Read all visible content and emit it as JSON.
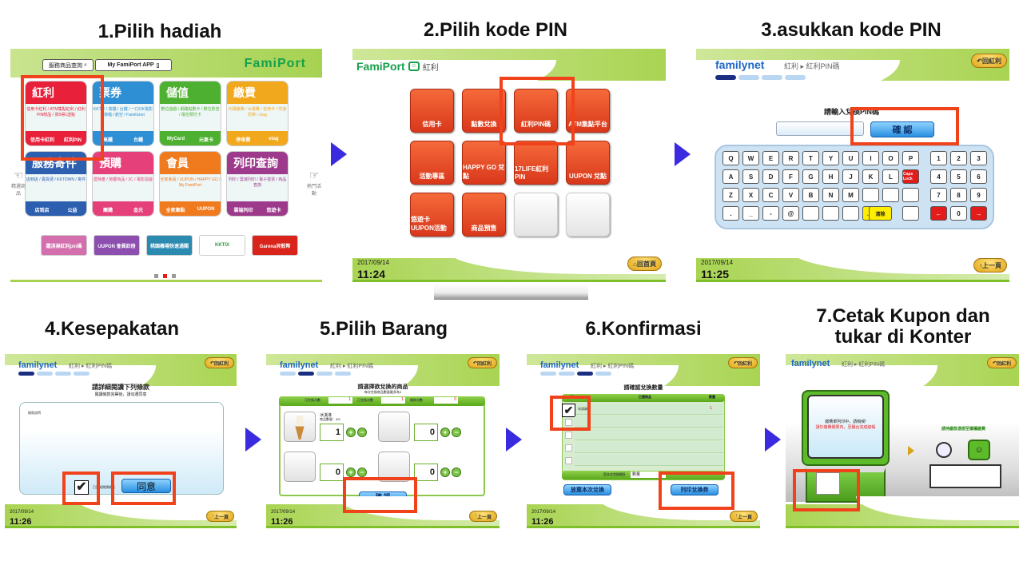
{
  "steps": [
    {
      "title": "1.Pilih hadiah"
    },
    {
      "title": "2.Pilih kode PIN"
    },
    {
      "title": "3.asukkan kode PIN"
    },
    {
      "title": "4.Kesepakatan"
    },
    {
      "title": "5.Pilih Barang"
    },
    {
      "title": "6.Konfirmasi"
    },
    {
      "title": "7.Cetak Kupon dan tukar di Konter"
    }
  ],
  "arrow_color": "#3a2be0",
  "highlight_color": "#f0421b",
  "screen1": {
    "search_btn": "服務商品查詢",
    "app_btn": "My FamiPort APP",
    "logo": "FamiPort",
    "left_nav": "精選商品",
    "right_nav": "熱門活動",
    "tiles": [
      {
        "title": "紅利",
        "body": "信用卡紅利 / ATM集點紅利 / 紅利PIN贈品 / 買5得1送點",
        "foot": [
          "信用卡紅利",
          "紅利PIN"
        ],
        "color": "#e8203a"
      },
      {
        "title": "票券",
        "body": "KKTIX / 高鐵 / 台鐵 / 一口OK電影 / 演唱 / 航空 / Famiticket",
        "foot": [
          "高鐵",
          "台鐵"
        ],
        "color": "#2f8fd4"
      },
      {
        "title": "儲值",
        "body": "數位遊戲 / 網路點數卡 / 數位影音 / 電信預付卡",
        "foot": [
          "MyCard",
          "元氣卡"
        ],
        "color": "#4eb030"
      },
      {
        "title": "繳費",
        "body": "代碼繳費 / 水電費 / 信用卡 / 交通罰單 / etag",
        "foot": [
          "停車費",
          "etag"
        ],
        "color": "#f2a81c"
      },
      {
        "title": "服務寄件",
        "body": "店到店 / 賣貨便 / KKTOWN / 寄件",
        "foot": [
          "店到店",
          "公益"
        ],
        "color": "#2d5fb0"
      },
      {
        "title": "預購",
        "body": "農特產 / 節慶商品 / 3C / 電影週邊",
        "foot": [
          "團購",
          "金光"
        ],
        "color": "#e6407a"
      },
      {
        "title": "會員",
        "body": "全家會員 / UUPON / HAPPY GO / My FamiPort",
        "foot": [
          "全家集點",
          "UUPON"
        ],
        "color": "#f07a1e"
      },
      {
        "title": "列印查詢",
        "body": "列印 / 雲端列印 / 電子發票 / 商品查詢",
        "foot": [
          "雲端列印",
          "悠遊卡"
        ],
        "color": "#9e3a8c"
      }
    ],
    "banners": [
      {
        "label": "霜淇淋紅利pin碼",
        "color": "#d46fae"
      },
      {
        "label": "UUPON 會員註冊",
        "color": "#8c4fb0"
      },
      {
        "label": "桃園機場快速通關",
        "color": "#2a8ab0"
      },
      {
        "label": "KKTIX",
        "color": "#ffffff"
      },
      {
        "label": "Garena貝殼幣",
        "color": "#d9241c"
      }
    ],
    "pager_active": 2,
    "pager_total": 3
  },
  "screen2": {
    "logo": "FamiPort",
    "section": "紅利",
    "tiles": [
      "信用卡",
      "點數兌換",
      "紅利PIN碼",
      "ATM集點平台",
      "活動專區",
      "HAPPY GO 兌點",
      "17LIFE紅利PIN",
      "UUPON 兌點",
      "悠遊卡 UUPON活動",
      "商品預售",
      "",
      ""
    ],
    "date": "2017/09/14",
    "time": "11:24",
    "home_btn": "回首頁"
  },
  "screen3": {
    "brand": "familynet",
    "breadcrumb": "紅利 ▸ 紅利PIN碼",
    "prompt": "請輸入兌換PIN碼",
    "pin_value": "",
    "confirm_btn": "確 認",
    "back_btn": "回紅利",
    "keyboard_rows": [
      [
        "Q",
        "W",
        "E",
        "R",
        "T",
        "Y",
        "U",
        "I",
        "O",
        "P"
      ],
      [
        "A",
        "S",
        "D",
        "F",
        "G",
        "H",
        "J",
        "K",
        "L",
        "Caps Lock"
      ],
      [
        "Z",
        "X",
        "C",
        "V",
        "B",
        "N",
        "M",
        "",
        "",
        ""
      ],
      [
        ".",
        "_",
        "-",
        "@",
        "",
        "",
        "",
        "← 倒退",
        "清除",
        ""
      ]
    ],
    "numpad": [
      "1",
      "2",
      "3",
      "4",
      "5",
      "6",
      "7",
      "8",
      "9",
      "←",
      "0",
      "→"
    ],
    "date": "2017/09/14",
    "time": "11:25",
    "prev_btn": "上一頁"
  },
  "screen4": {
    "brand": "familynet",
    "breadcrumb": "紅利 ▸ 紅利PIN碼",
    "heading": "請詳細閱讀下列條款",
    "subheading": "閱讀條款完畢後，請勾選同意",
    "terms_label": "條款說明",
    "agree_label": "已詳細閱讀條款",
    "agree_checked": true,
    "agree_btn": "同意",
    "back_btn": "回紅利",
    "date": "2017/09/14",
    "time": "11:26",
    "prev_btn": "上一頁"
  },
  "screen5": {
    "brand": "familynet",
    "breadcrumb": "紅利 ▸ 紅利PIN碼",
    "heading": "請選擇欲兌換的商品",
    "subheading": "每次兌換商品數量最多為3",
    "counters": [
      {
        "label": "可兌換次數",
        "value": "1"
      },
      {
        "label": "已兌換次數",
        "value": "1"
      },
      {
        "label": "剩餘次數",
        "value": "0"
      }
    ],
    "items": [
      {
        "name": "冰淇淋",
        "stock": "商品數量：3/5",
        "qty": "1"
      },
      {
        "name": "",
        "stock": "",
        "qty": "0"
      },
      {
        "name": "",
        "stock": "",
        "qty": "0"
      },
      {
        "name": "",
        "stock": "",
        "qty": "0"
      }
    ],
    "qty_label": "數量",
    "confirm_btn": "確 認",
    "back_btn": "回紅利",
    "date": "2017/09/14",
    "time": "11:26",
    "prev_btn": "上一頁"
  },
  "screen6": {
    "brand": "familynet",
    "breadcrumb": "紅利 ▸ 紅利PIN碼",
    "heading": "請確認兌換數量",
    "columns": [
      "刪",
      "已選商品",
      "數量"
    ],
    "rows": [
      {
        "checked": true,
        "item": "冰淇淋",
        "qty": "1"
      },
      {
        "checked": false,
        "item": "",
        "qty": ""
      },
      {
        "checked": false,
        "item": "",
        "qty": ""
      },
      {
        "checked": false,
        "item": "",
        "qty": ""
      },
      {
        "checked": false,
        "item": "",
        "qty": ""
      }
    ],
    "total_label": "您本次兌換總計",
    "total_qty_label": "數量",
    "total_qty": "1",
    "abandon_btn": "放棄本次兌換",
    "print_btn": "列印兌換券",
    "back_btn": "回紅利",
    "date": "2017/09/14",
    "time": "11:26",
    "prev_btn": "上一頁"
  },
  "screen7": {
    "brand": "familynet",
    "breadcrumb": "紅利 ▸ 紅利PIN碼",
    "printing_msg": "繳費單列印中，請稍候!",
    "warning_msg": "請於繳費期限內，至櫃台完成結帳",
    "counter_msg": "請持繳款憑證至櫃檯繳費",
    "back_btn": "回紅利"
  }
}
